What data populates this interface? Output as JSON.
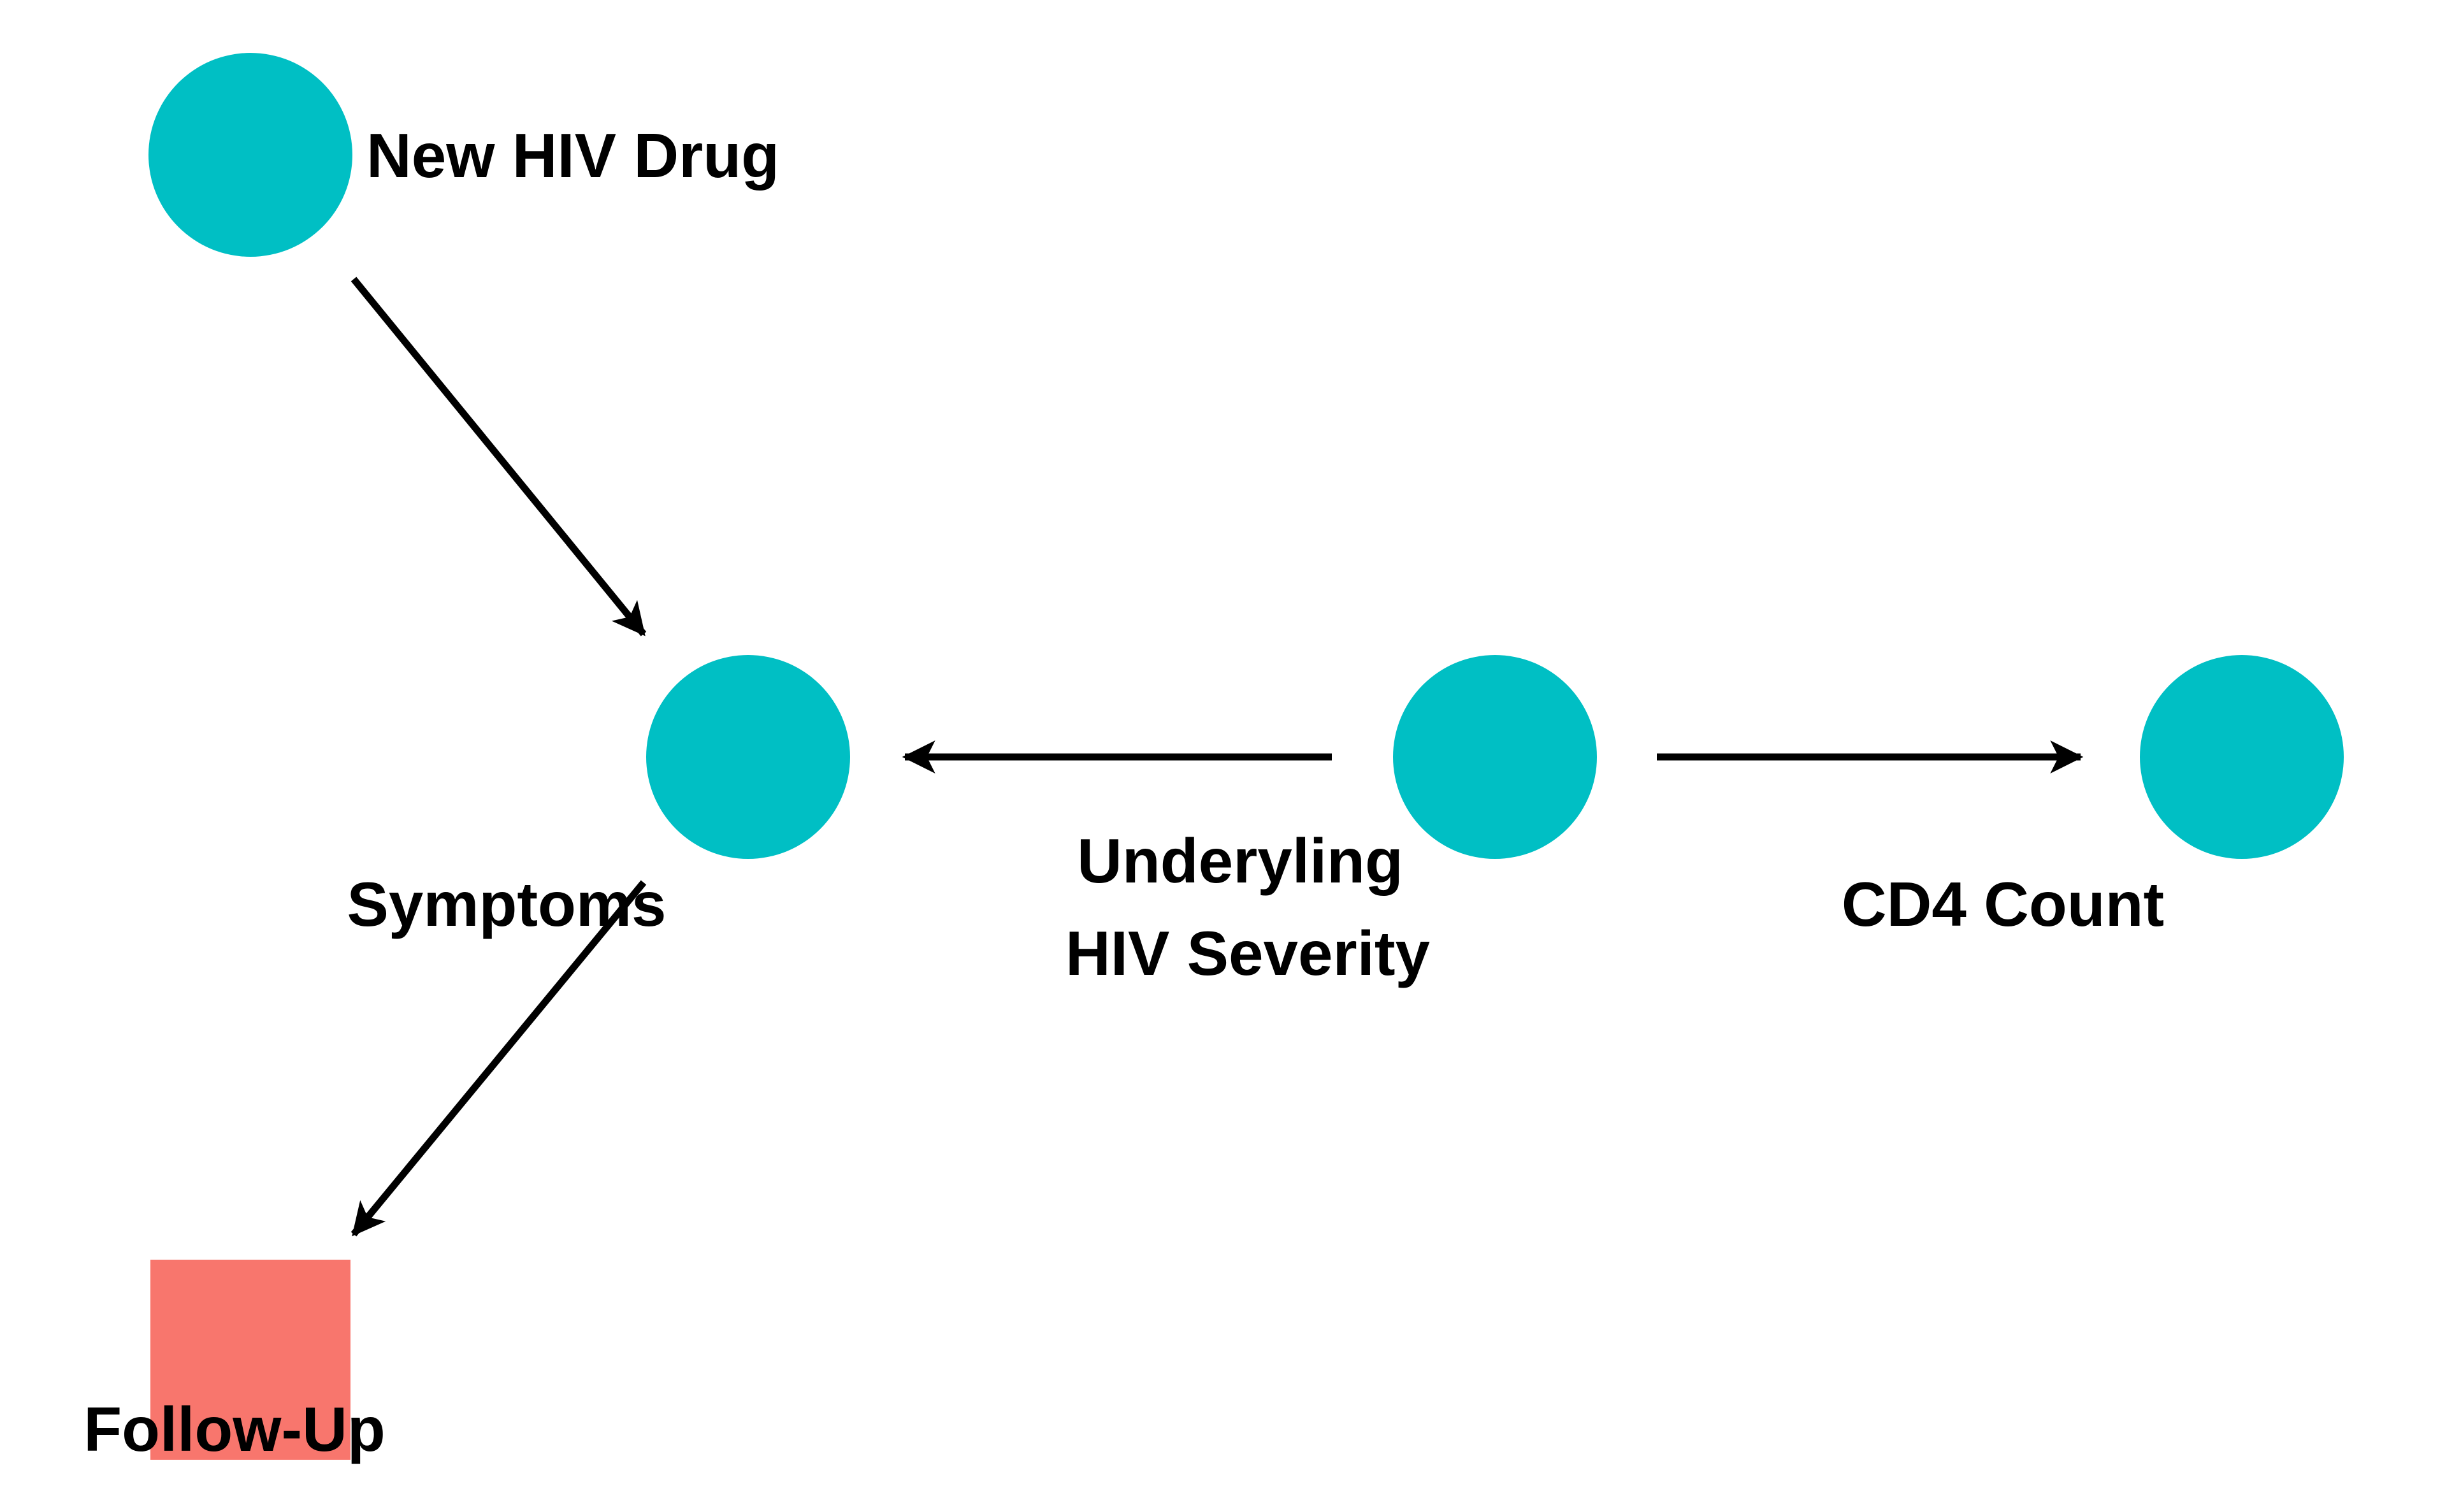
{
  "diagram": {
    "colors": {
      "node_circle": "#00BFC4",
      "node_square": "#F8766D",
      "edge": "#000000",
      "label": "#000000",
      "background": "#FFFFFF"
    },
    "nodes": {
      "new_hiv_drug": {
        "label": "New HIV Drug",
        "shape": "circle"
      },
      "symptoms": {
        "label": "Symptoms",
        "shape": "circle"
      },
      "underlying_hiv_severity": {
        "label_line1": "Underyling",
        "label_line2": "HIV Severity",
        "shape": "circle"
      },
      "cd4_count": {
        "label": "CD4 Count",
        "shape": "circle"
      },
      "follow_up": {
        "label": "Follow-Up",
        "shape": "square"
      }
    },
    "edges": [
      {
        "from": "New HIV Drug",
        "to": "Symptoms"
      },
      {
        "from": "Underyling HIV Severity",
        "to": "Symptoms"
      },
      {
        "from": "Underyling HIV Severity",
        "to": "CD4 Count"
      },
      {
        "from": "Symptoms",
        "to": "Follow-Up"
      }
    ]
  }
}
